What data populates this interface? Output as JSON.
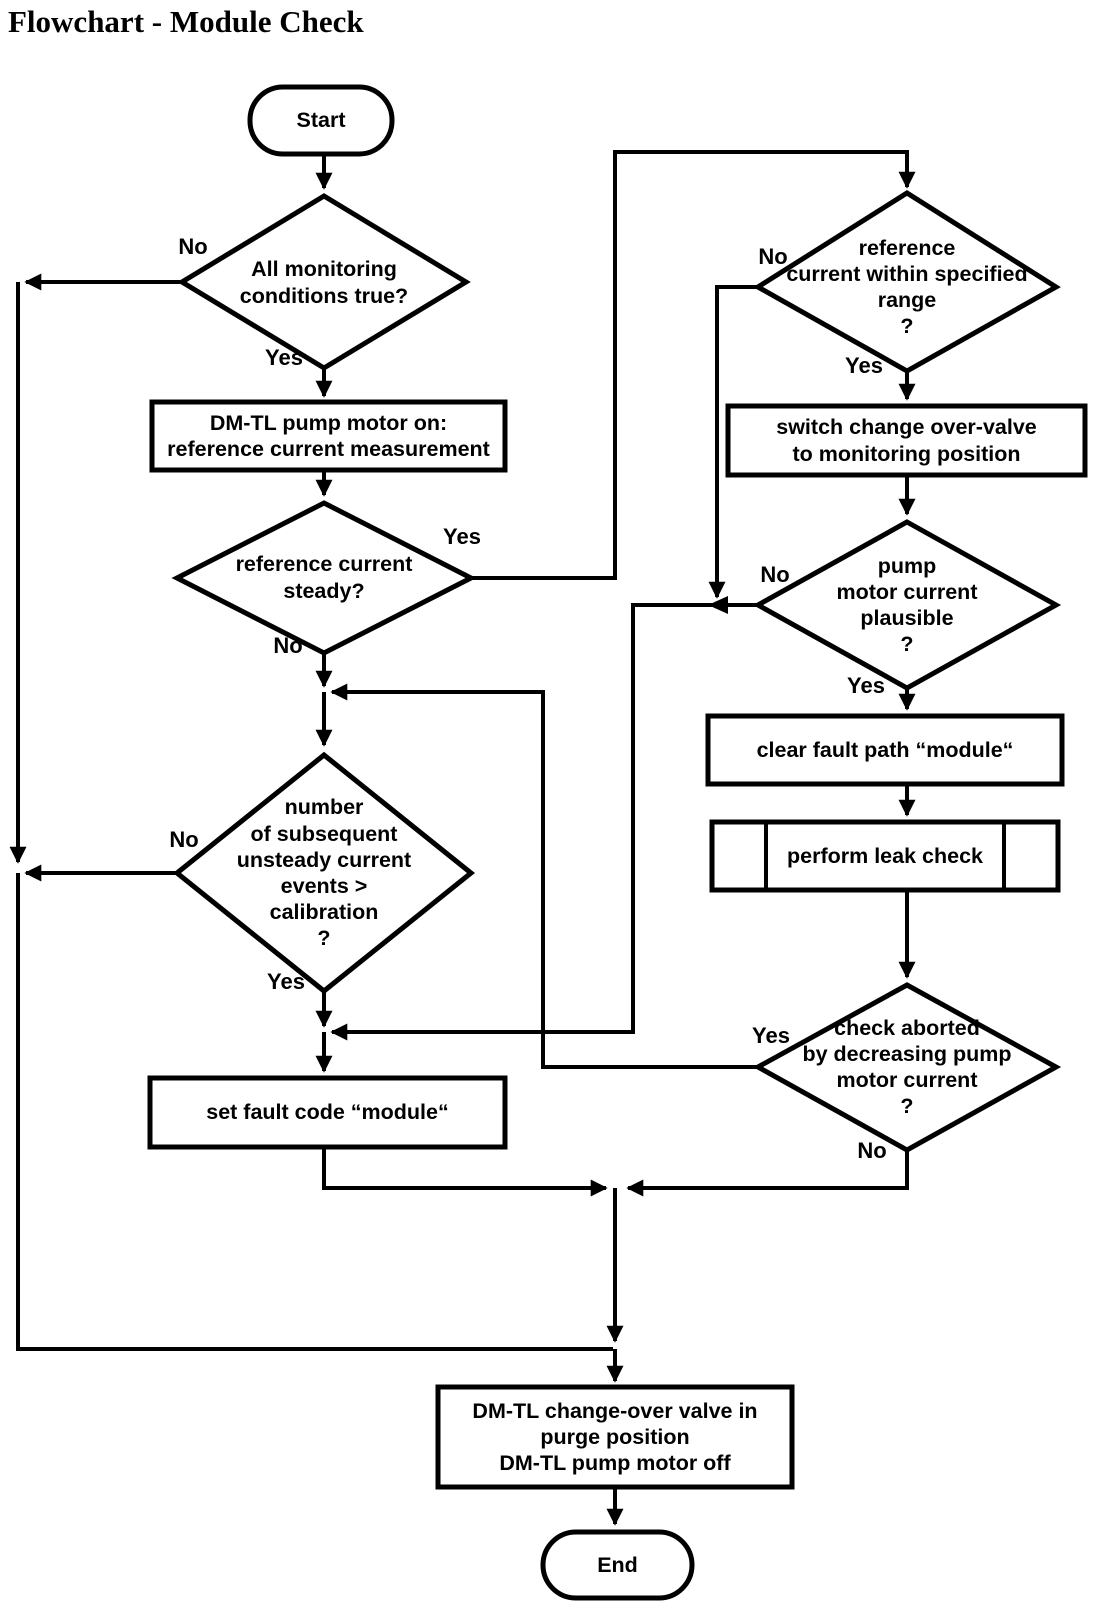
{
  "title": "Flowchart - Module Check",
  "colors": {
    "ink": "#000000",
    "background": "#ffffff"
  },
  "nodes": {
    "start": {
      "label": "Start"
    },
    "all_monitoring": {
      "label": "All monitoring\nconditions true?",
      "no": "No",
      "yes": "Yes"
    },
    "pump_motor_on": {
      "label": "DM-TL pump motor on:\nreference current measurement"
    },
    "ref_current_steady": {
      "label": "reference current\nsteady?",
      "yes": "Yes",
      "no": "No"
    },
    "subsequent_events": {
      "label": "number\nof subsequent\nunsteady current\nevents >\ncalibration\n?",
      "no": "No",
      "yes": "Yes"
    },
    "set_fault_code": {
      "label": "set fault code “module“"
    },
    "ref_current_range": {
      "label": "reference\ncurrent within specified\nrange\n?",
      "no": "No",
      "yes": "Yes"
    },
    "switch_valve": {
      "label": "switch change over-valve\nto monitoring position"
    },
    "pump_current_plausible": {
      "label": "pump\nmotor current\nplausible\n?",
      "no": "No",
      "yes": "Yes"
    },
    "clear_fault_path": {
      "label": "clear fault path “module“"
    },
    "perform_leak_check": {
      "label": "perform leak check"
    },
    "check_aborted": {
      "label": "check aborted\nby decreasing pump\nmotor current\n?",
      "yes": "Yes",
      "no": "No"
    },
    "valve_purge": {
      "label": "DM-TL change-over valve in\npurge position\nDM-TL pump motor off"
    },
    "end": {
      "label": "End"
    }
  }
}
